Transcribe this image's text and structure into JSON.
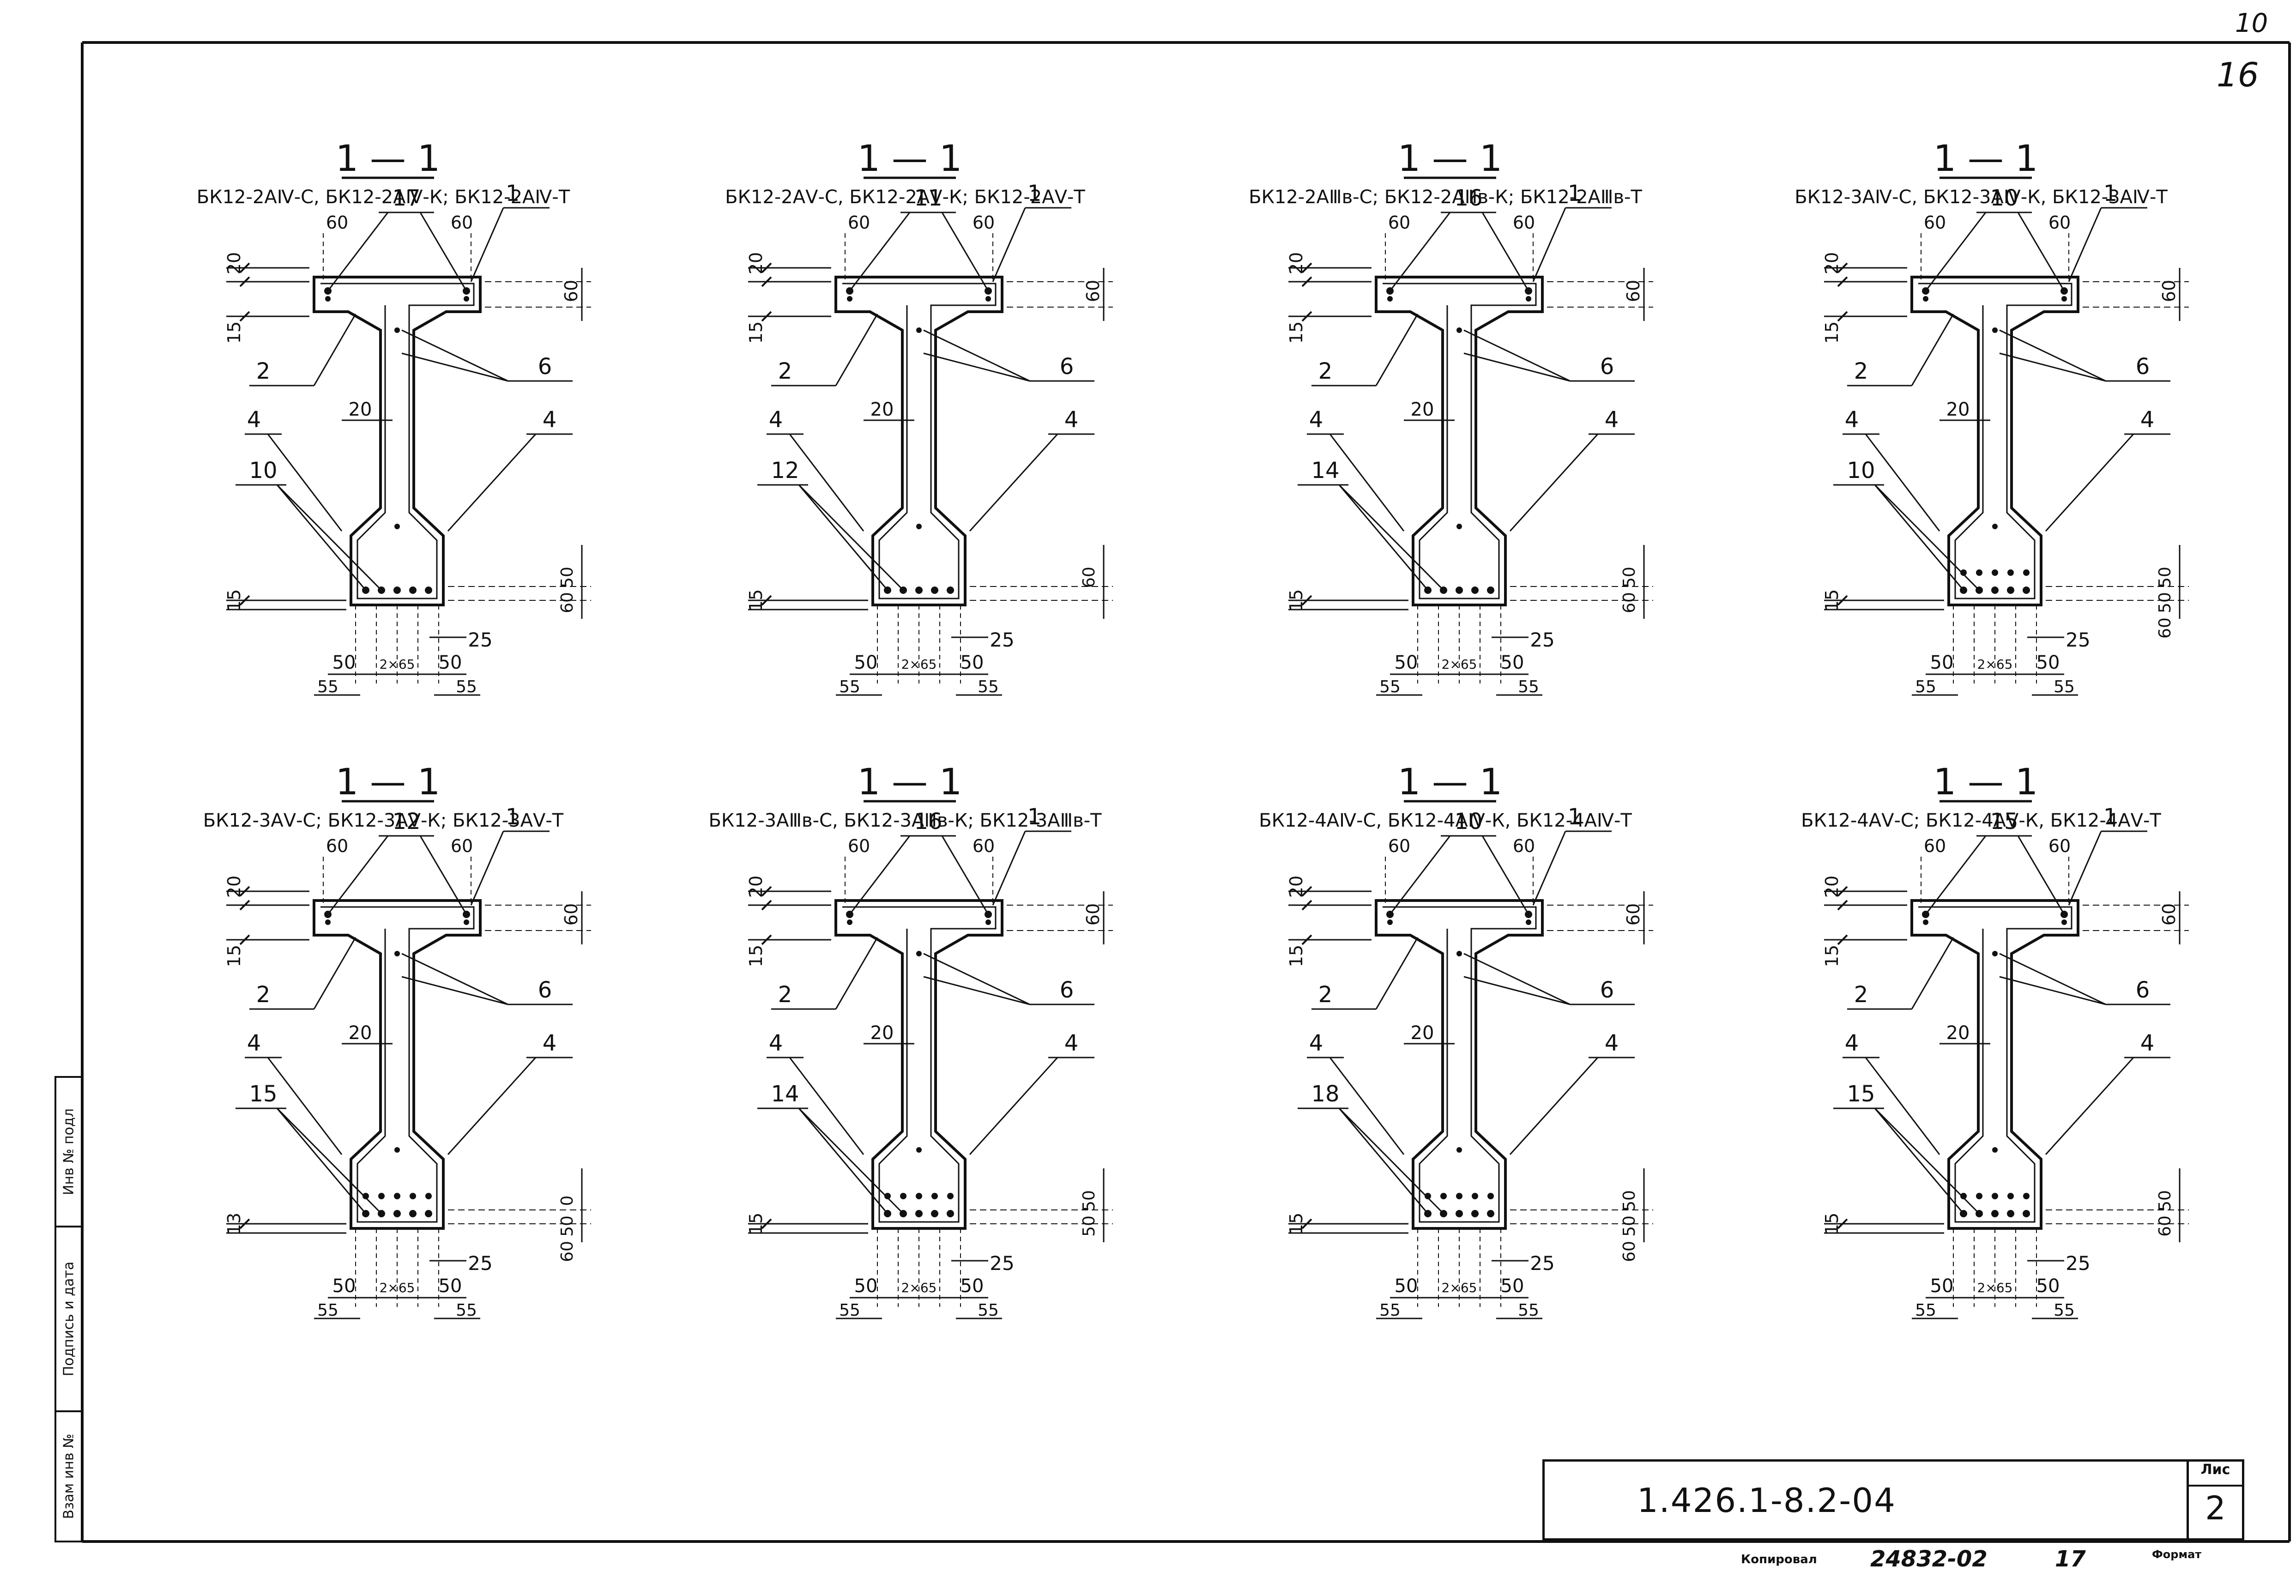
{
  "sheet": {
    "corner_top": "10",
    "corner_sheet": "16",
    "drawing_code": "1.426.1-8.2-04",
    "sheet_label": "Лис",
    "sheet_number": "2",
    "copied_label": "Копировал",
    "archive_number": "24832-02",
    "archive_sheet": "17",
    "format_label": "Формат"
  },
  "side_stamp": [
    "Инв № подл",
    "Подпись и дата",
    "Взам инв №"
  ],
  "sections": [
    {
      "cut": "1 — 1",
      "marks": "БК12-2АⅣ-С, БК12-2АⅣ-К; БК12-2АⅣ-Т",
      "top_bars": "17",
      "bottom_bars": "10",
      "bot_dims": [
        "50",
        "60"
      ],
      "flange_cov": "15",
      "bottom_cov": "15"
    },
    {
      "cut": "1 — 1",
      "marks": "БК12-2АⅤ-С, БК12-2АⅤ-К; БК12-2АⅤ-Т",
      "top_bars": "11",
      "bottom_bars": "12",
      "bot_dims": [
        "60"
      ],
      "flange_cov": "15",
      "bottom_cov": "15"
    },
    {
      "cut": "1 — 1",
      "marks": "БК12-2АⅢв-С; БК12-2АⅢв-К; БК12-2АⅢв-Т",
      "top_bars": "16",
      "bottom_bars": "14",
      "bot_dims": [
        "50",
        "60"
      ],
      "flange_cov": "15",
      "bottom_cov": "15"
    },
    {
      "cut": "1 — 1",
      "marks": "БК12-3АⅣ-С, БК12-3АⅣ-К, БК12-3АⅣ-Т",
      "top_bars": "10",
      "bottom_bars": "10",
      "bot_dims": [
        "50",
        "50",
        "60"
      ],
      "flange_cov": "15",
      "bottom_cov": "15"
    },
    {
      "cut": "1 — 1",
      "marks": "БК12-3АⅤ-С; БК12-3АⅤ-К; БК12-3АⅤ-Т",
      "top_bars": "12",
      "bottom_bars": "15",
      "bot_dims": [
        "0",
        "50",
        "60"
      ],
      "flange_cov": "15",
      "bottom_cov": "13"
    },
    {
      "cut": "1 — 1",
      "marks": "БК12-3АⅢв-С, БК12-3АⅢв-К; БК12-3АⅢв-Т",
      "top_bars": "16",
      "bottom_bars": "14",
      "bot_dims": [
        "50",
        "50"
      ],
      "flange_cov": "15",
      "bottom_cov": "15"
    },
    {
      "cut": "1 — 1",
      "marks": "БК12-4АⅣ-С, БК12-4АⅣ-К, БК12-4АⅣ-Т",
      "top_bars": "10",
      "bottom_bars": "18",
      "bot_dims": [
        "50",
        "50",
        "60"
      ],
      "flange_cov": "15",
      "bottom_cov": "15"
    },
    {
      "cut": "1 — 1",
      "marks": "БК12-4АⅤ-С; БК12-4АⅤ-К, БК12-4АⅤ-Т",
      "top_bars": "15",
      "bottom_bars": "15",
      "bot_dims": [
        "50",
        "60"
      ],
      "flange_cov": "15",
      "bottom_cov": "15"
    }
  ],
  "common": {
    "pos1": "1",
    "pos2": "2",
    "pos4": "4",
    "pos6": "6",
    "top_w": "60",
    "cov20": "20",
    "flange_h": "60",
    "web_t": "20",
    "bot_cov": "25",
    "bot_side": "50",
    "bot_mid": "2×65",
    "bot_edge": "55"
  },
  "colors": {
    "ink": "#111111",
    "paper": "#ffffff"
  }
}
